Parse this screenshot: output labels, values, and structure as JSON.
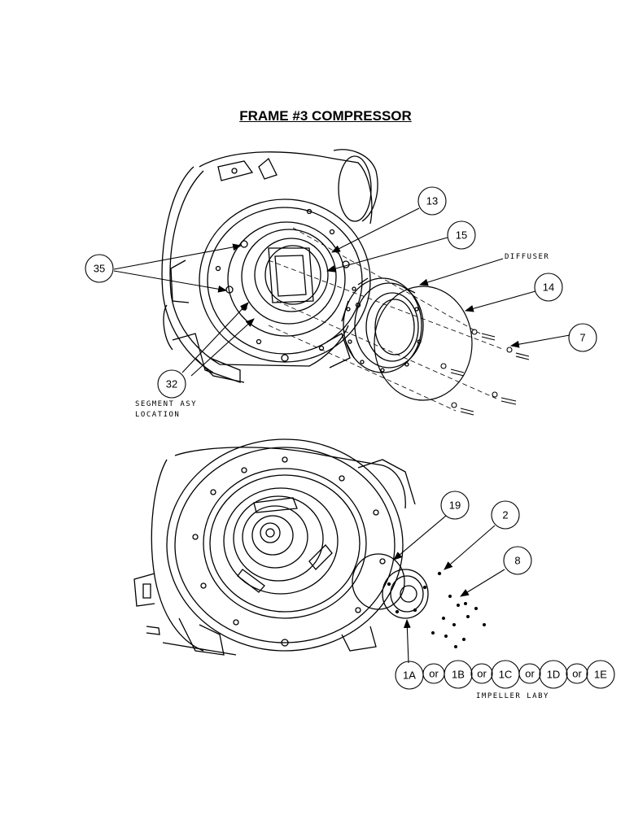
{
  "title": "FRAME #3 COMPRESSOR",
  "callouts": {
    "c13": "13",
    "c15": "15",
    "c35": "35",
    "c14": "14",
    "c7": "7",
    "c32": "32",
    "c19": "19",
    "c2": "2",
    "c8": "8",
    "c1A": "1A",
    "c1B": "1B",
    "c1C": "1C",
    "c1D": "1D",
    "c1E": "1E"
  },
  "or_label": "or",
  "notes": {
    "diffuser": "DIFFUSER",
    "segment_line1": "SEGMENT ASY",
    "segment_line2": "LOCATION",
    "impeller_laby": "IMPELLER LABY"
  }
}
